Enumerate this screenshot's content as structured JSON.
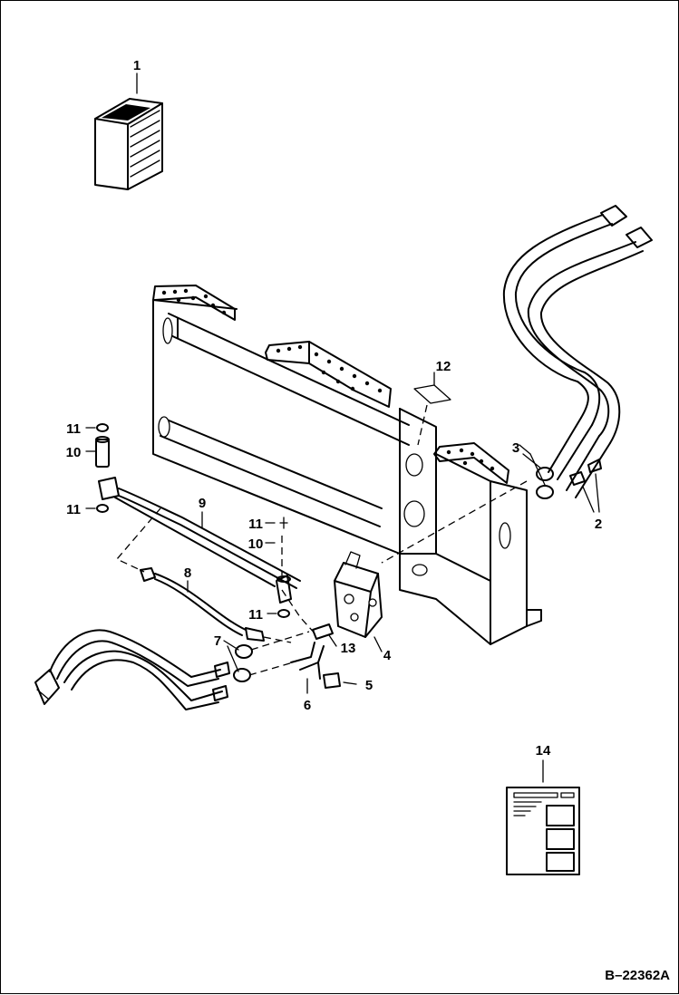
{
  "drawing_code": "B–22362A",
  "callouts": [
    "1",
    "2",
    "3",
    "4",
    "5",
    "6",
    "7",
    "8",
    "9",
    "10",
    "11",
    "12",
    "13",
    "14"
  ],
  "colors": {
    "ink": "#000000",
    "paper": "#ffffff"
  }
}
